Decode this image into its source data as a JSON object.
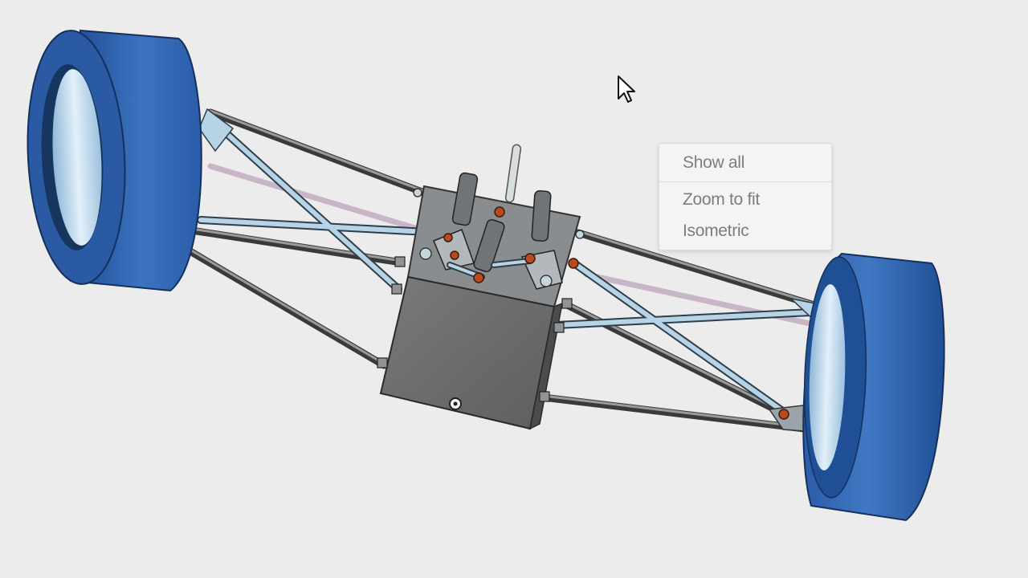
{
  "context_menu": {
    "items": [
      {
        "label": "Show all"
      },
      {
        "label": "Zoom to fit"
      },
      {
        "label": "Isometric"
      }
    ]
  },
  "colors": {
    "background": "#ececec",
    "tire_blue": "#2f63ad",
    "rim_light": "#cfe4f3",
    "chassis_gray": "#6e6e6e",
    "strut_light": "#b7d3e6",
    "joint_orange": "#b84a1e"
  }
}
